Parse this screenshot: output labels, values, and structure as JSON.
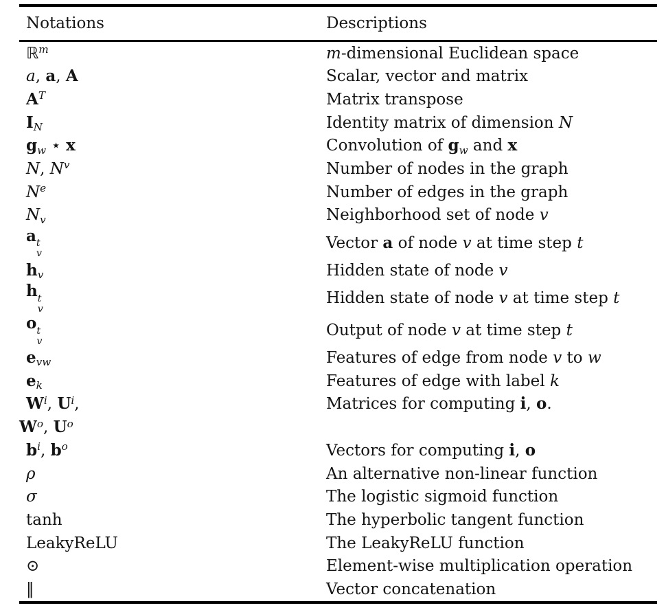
{
  "header": {
    "notations": "Notations",
    "descriptions": "Descriptions"
  },
  "colors": {
    "text": "#141414",
    "rule": "#000000",
    "background": "#ffffff"
  },
  "table": {
    "rows": [
      {
        "notation": [
          {
            "t": "ℝ",
            "s": "bb"
          },
          {
            "t": "m",
            "s": "i",
            "p": "sup"
          }
        ],
        "description": [
          {
            "t": "m",
            "s": "i"
          },
          {
            "t": "-dimensional Euclidean space"
          }
        ]
      },
      {
        "notation": [
          {
            "t": "a",
            "s": "i"
          },
          {
            "t": ", "
          },
          {
            "t": "a",
            "s": "b"
          },
          {
            "t": ", "
          },
          {
            "t": "A",
            "s": "b"
          }
        ],
        "description": [
          {
            "t": "Scalar, vector and matrix"
          }
        ]
      },
      {
        "notation": [
          {
            "t": "A",
            "s": "b"
          },
          {
            "t": "T",
            "s": "i",
            "p": "sup"
          }
        ],
        "description": [
          {
            "t": "Matrix transpose"
          }
        ]
      },
      {
        "notation": [
          {
            "t": "I",
            "s": "b"
          },
          {
            "t": "N",
            "s": "i",
            "p": "sub"
          }
        ],
        "description": [
          {
            "t": "Identity matrix of dimension "
          },
          {
            "t": "N",
            "s": "i"
          }
        ]
      },
      {
        "notation": [
          {
            "t": "g",
            "s": "b"
          },
          {
            "t": "w",
            "s": "i",
            "p": "sub"
          },
          {
            "t": " ⋆ "
          },
          {
            "t": "x",
            "s": "b"
          }
        ],
        "description": [
          {
            "t": "Convolution of "
          },
          {
            "t": "g",
            "s": "b"
          },
          {
            "t": "w",
            "s": "i",
            "p": "sub"
          },
          {
            "t": " and "
          },
          {
            "t": "x",
            "s": "b"
          }
        ]
      },
      {
        "notation": [
          {
            "t": "N",
            "s": "i"
          },
          {
            "t": ", "
          },
          {
            "t": "N",
            "s": "i"
          },
          {
            "t": "v",
            "s": "i",
            "p": "sup"
          }
        ],
        "description": [
          {
            "t": "Number of nodes in the graph"
          }
        ]
      },
      {
        "notation": [
          {
            "t": "N",
            "s": "i"
          },
          {
            "t": "e",
            "s": "i",
            "p": "sup"
          }
        ],
        "description": [
          {
            "t": "Number of edges in the graph"
          }
        ]
      },
      {
        "notation": [
          {
            "t": "N",
            "s": "scr"
          },
          {
            "t": "v",
            "s": "i",
            "p": "sub"
          }
        ],
        "description": [
          {
            "t": "Neighborhood set of node "
          },
          {
            "t": "v",
            "s": "i"
          }
        ]
      },
      {
        "notation": [
          {
            "t": "a",
            "s": "b"
          },
          {
            "stk": {
              "sup": {
                "t": "t",
                "s": "i"
              },
              "sub": {
                "t": "v",
                "s": "i"
              }
            }
          }
        ],
        "description": [
          {
            "t": "Vector "
          },
          {
            "t": "a",
            "s": "b"
          },
          {
            "t": " of node "
          },
          {
            "t": "v",
            "s": "i"
          },
          {
            "t": " at time step "
          },
          {
            "t": "t",
            "s": "i"
          }
        ]
      },
      {
        "notation": [
          {
            "t": "h",
            "s": "b"
          },
          {
            "t": "v",
            "s": "i",
            "p": "sub"
          }
        ],
        "description": [
          {
            "t": "Hidden state of node "
          },
          {
            "t": "v",
            "s": "i"
          }
        ]
      },
      {
        "notation": [
          {
            "t": "h",
            "s": "b"
          },
          {
            "stk": {
              "sup": {
                "t": "t",
                "s": "i"
              },
              "sub": {
                "t": "v",
                "s": "i"
              }
            }
          }
        ],
        "description": [
          {
            "t": "Hidden state of node "
          },
          {
            "t": "v",
            "s": "i"
          },
          {
            "t": " at time step "
          },
          {
            "t": "t",
            "s": "i"
          }
        ]
      },
      {
        "notation": [
          {
            "t": "o",
            "s": "b"
          },
          {
            "stk": {
              "sup": {
                "t": "t",
                "s": "i"
              },
              "sub": {
                "t": "v",
                "s": "i"
              }
            }
          }
        ],
        "description": [
          {
            "t": "Output of node "
          },
          {
            "t": "v",
            "s": "i"
          },
          {
            "t": " at time step "
          },
          {
            "t": "t",
            "s": "i"
          }
        ]
      },
      {
        "notation": [
          {
            "t": "e",
            "s": "b"
          },
          {
            "t": "vw",
            "s": "i",
            "p": "sub"
          }
        ],
        "description": [
          {
            "t": "Features of edge from node "
          },
          {
            "t": "v",
            "s": "i"
          },
          {
            "t": " to "
          },
          {
            "t": "w",
            "s": "i"
          }
        ]
      },
      {
        "notation": [
          {
            "t": "e",
            "s": "b"
          },
          {
            "t": "k",
            "s": "i",
            "p": "sub"
          }
        ],
        "description": [
          {
            "t": "Features of edge with label "
          },
          {
            "t": "k",
            "s": "i"
          }
        ]
      },
      {
        "notation": [
          {
            "t": "W",
            "s": "b"
          },
          {
            "t": "i",
            "s": "i",
            "p": "sup"
          },
          {
            "t": ", "
          },
          {
            "t": "U",
            "s": "b"
          },
          {
            "t": "i",
            "s": "i",
            "p": "sup"
          },
          {
            "t": ","
          }
        ],
        "description": [
          {
            "t": "Matrices for computing "
          },
          {
            "t": "i",
            "s": "b"
          },
          {
            "t": ", "
          },
          {
            "t": "o",
            "s": "b"
          },
          {
            "t": "."
          }
        ]
      },
      {
        "hang": true,
        "notation": [
          {
            "t": "W",
            "s": "b"
          },
          {
            "t": "o",
            "s": "i",
            "p": "sup"
          },
          {
            "t": ", "
          },
          {
            "t": "U",
            "s": "b"
          },
          {
            "t": "o",
            "s": "i",
            "p": "sup"
          }
        ],
        "description": []
      },
      {
        "notation": [
          {
            "t": "b",
            "s": "b"
          },
          {
            "t": "i",
            "s": "i",
            "p": "sup"
          },
          {
            "t": ", "
          },
          {
            "t": "b",
            "s": "b"
          },
          {
            "t": "o",
            "s": "i",
            "p": "sup"
          }
        ],
        "description": [
          {
            "t": "Vectors for computing "
          },
          {
            "t": "i",
            "s": "b"
          },
          {
            "t": ", "
          },
          {
            "t": "o",
            "s": "b"
          }
        ]
      },
      {
        "notation": [
          {
            "t": "ρ",
            "s": "i"
          }
        ],
        "description": [
          {
            "t": "An alternative non-linear function"
          }
        ]
      },
      {
        "notation": [
          {
            "t": "σ",
            "s": "i"
          }
        ],
        "description": [
          {
            "t": "The logistic sigmoid function"
          }
        ]
      },
      {
        "notation": [
          {
            "t": "tanh"
          }
        ],
        "description": [
          {
            "t": "The hyperbolic tangent function"
          }
        ]
      },
      {
        "notation": [
          {
            "t": "LeakyReLU"
          }
        ],
        "description": [
          {
            "t": "The LeakyReLU function"
          }
        ]
      },
      {
        "notation": [
          {
            "t": "⊙"
          }
        ],
        "description": [
          {
            "t": "Element-wise multiplication operation"
          }
        ]
      },
      {
        "notation": [
          {
            "t": "‖"
          }
        ],
        "description": [
          {
            "t": "Vector concatenation"
          }
        ]
      }
    ]
  }
}
